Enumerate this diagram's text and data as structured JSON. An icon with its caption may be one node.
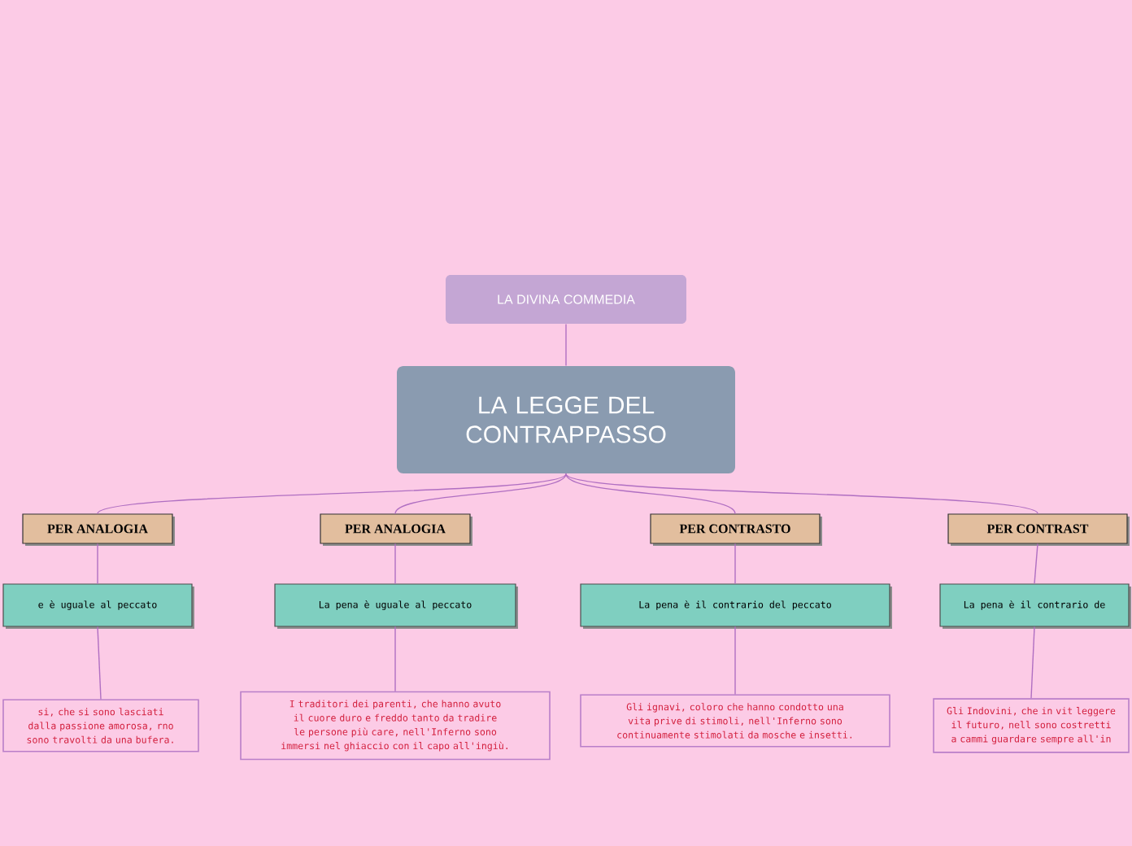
{
  "diagram": {
    "nodes": [
      {
        "text": [
          "LA DIVINA COMMEDIA"
        ]
      },
      {
        "text": [
          "LA LEGGE DEL CONTRAPPASSO"
        ]
      },
      {
        "text": [
          "PER ANALOGIA"
        ]
      },
      {
        "text": [
          "PER ANALOGIA"
        ]
      },
      {
        "text": [
          "PER CONTRASTO"
        ]
      },
      {
        "text": [
          "PER CONTRAST"
        ]
      },
      {
        "text": [
          "e è uguale al peccato"
        ]
      },
      {
        "text": [
          "La pena è uguale al peccato"
        ]
      },
      {
        "text": [
          "La pena è il contrario del peccato"
        ]
      },
      {
        "text": [
          "La pena è il contrario de"
        ]
      },
      {
        "text": [
          "si, che si sono lasciati dalla passione amorosa, rno sono travolti da una bufera."
        ]
      },
      {
        "text": [
          "I traditori dei parenti, che hanno avuto il cuore duro e freddo tanto da tradire le persone più care, nell'Inferno sono immersi nel ghiaccio con il capo all'ingiù."
        ]
      },
      {
        "text": [
          "Gli ignavi, coloro che hanno condotto una vita prive di stimoli, nell'Inferno sono continuamente stimolati da mosche e insetti."
        ]
      },
      {
        "text": [
          "Gli Indovini, che in vit leggere il futuro, nell sono costretti a cammi guardare sempre all'in"
        ]
      }
    ],
    "edges": [
      {
        "from": 0,
        "to": 1,
        "arrow": "none"
      },
      {
        "from": 1,
        "to": 2,
        "arrow": "none"
      },
      {
        "from": 1,
        "to": 3,
        "arrow": "none"
      },
      {
        "from": 1,
        "to": 4,
        "arrow": "none"
      },
      {
        "from": 1,
        "to": 5,
        "arrow": "none"
      },
      {
        "from": 2,
        "to": 6,
        "arrow": "none"
      },
      {
        "from": 3,
        "to": 7,
        "arrow": "none"
      },
      {
        "from": 4,
        "to": 8,
        "arrow": "none"
      },
      {
        "from": 5,
        "to": 9,
        "arrow": "none"
      },
      {
        "from": 6,
        "to": 10,
        "arrow": "none"
      },
      {
        "from": 7,
        "to": 11,
        "arrow": "none"
      },
      {
        "from": 8,
        "to": 12,
        "arrow": "none"
      },
      {
        "from": 9,
        "to": 13,
        "arrow": "none"
      }
    ]
  }
}
